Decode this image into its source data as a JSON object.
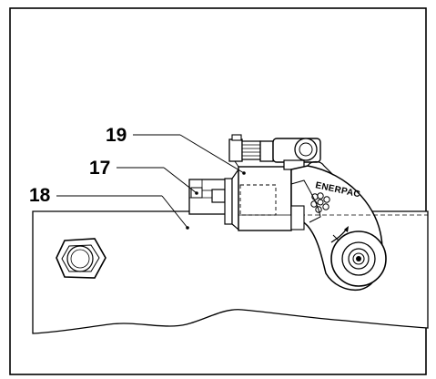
{
  "callouts": {
    "tool": "19",
    "reaction_arm": "17",
    "flange": "18"
  },
  "brand_label": "ENERPAC",
  "colors": {
    "line": "#000000",
    "background": "#ffffff",
    "shade": "#8a8a8a"
  }
}
